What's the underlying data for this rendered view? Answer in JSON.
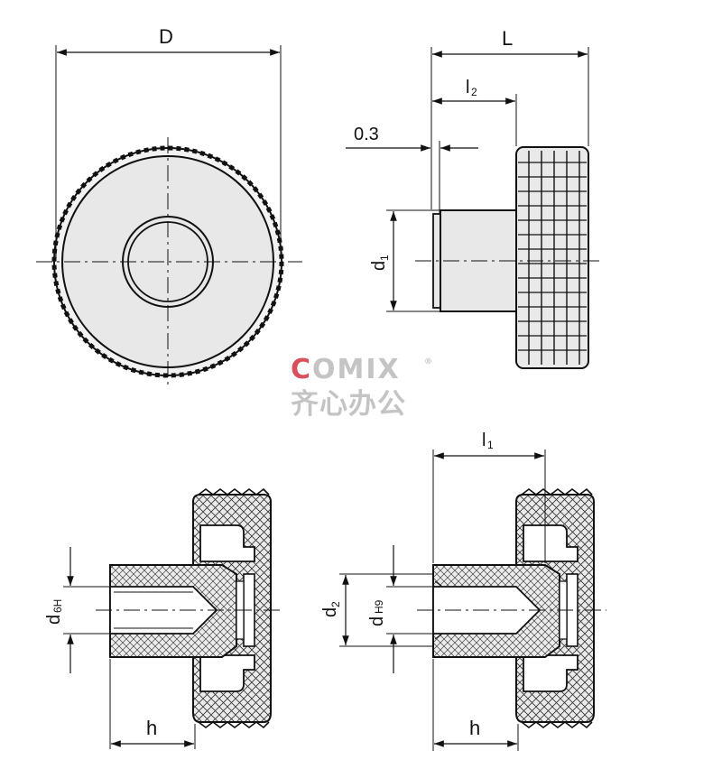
{
  "labels": {
    "D": "D",
    "L": "L",
    "l2": "l",
    "l2_sub": "2",
    "offset": "0.3",
    "d1": "d",
    "d1_sub": "1",
    "d6h": "d",
    "d6h_sub": "6H",
    "h_left": "h",
    "l1": "l",
    "l1_sub": "1",
    "d2": "d",
    "d2_sub": "2",
    "dh9": "d",
    "dh9_sub": "H9",
    "h_right": "h"
  },
  "watermark": {
    "brand_letter": "C",
    "brand_rest": "OMIX",
    "registered": "®",
    "chinese": "齐心办公"
  },
  "colors": {
    "line": "#111111",
    "part_fill": "#e8e8e8",
    "brand_red": "#d9505a",
    "brand_gray": "#bdbdbd"
  }
}
